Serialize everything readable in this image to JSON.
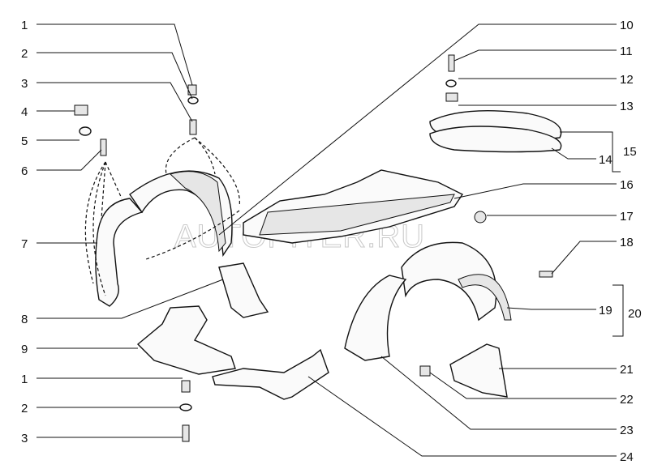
{
  "watermark": "AUTOPITER.RU",
  "callouts_left": [
    "1",
    "2",
    "3",
    "4",
    "5",
    "6",
    "7",
    "8",
    "9",
    "1",
    "2",
    "3"
  ],
  "callouts_right": [
    "10",
    "11",
    "12",
    "13",
    "14",
    "15",
    "16",
    "17",
    "18",
    "19",
    "20",
    "21",
    "22",
    "23",
    "24"
  ]
}
